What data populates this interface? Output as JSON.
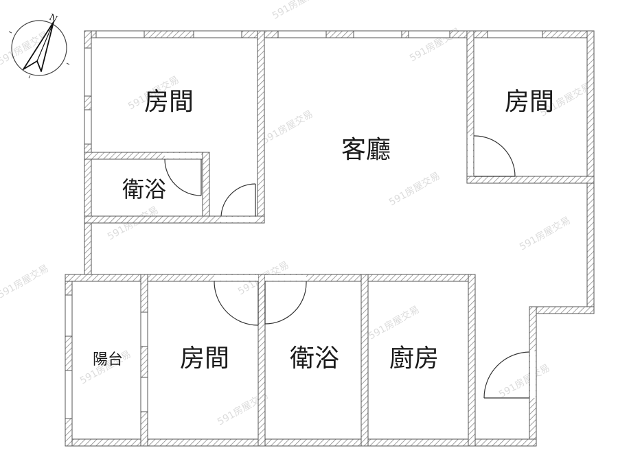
{
  "compass": {
    "north_label": "N"
  },
  "rooms": {
    "bedroom_top_left": "房間",
    "bedroom_top_right": "房間",
    "living_room": "客廳",
    "bathroom_upper": "衛浴",
    "balcony": "陽台",
    "bedroom_bottom": "房間",
    "bathroom_lower": "衛浴",
    "kitchen": "廚房"
  },
  "watermark": {
    "text": "591房屋交易"
  },
  "colors": {
    "wall": "#555555",
    "hatch": "#8a8a8a",
    "line": "#333333",
    "watermark": "#d8d8d8"
  }
}
